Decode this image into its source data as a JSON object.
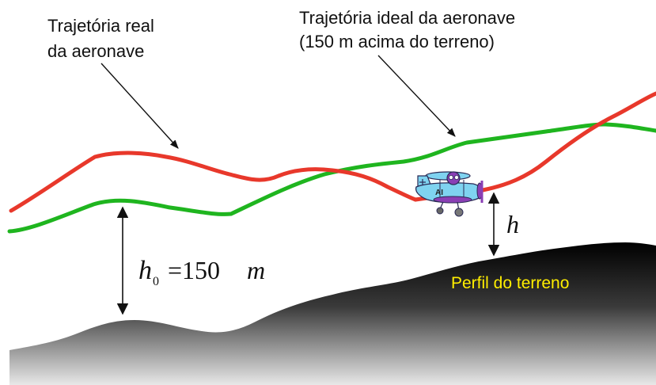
{
  "labels": {
    "real_line1": "Trajetória real",
    "real_line2": "da aeronave",
    "ideal_line1": "Trajetória ideal da aeronave",
    "ideal_line2": "(150 m acima do terreno)",
    "terrain": "Perfil do terreno",
    "h0_symbol": "h",
    "h0_subscript": "0",
    "h0_equals": "=150",
    "h0_unit": "m",
    "h_symbol": "h",
    "plane_text": "AI"
  },
  "colors": {
    "real_path": "#e8382b",
    "ideal_path": "#1fb51f",
    "terrain_top": "#000000",
    "terrain_bottom": "#e6e6e6",
    "terrain_label": "#ffee00",
    "plane_body": "#7fd3f0",
    "plane_accent": "#8a3fb5"
  },
  "icons": [
    "cartoon-airplane-icon",
    "double-arrow-icon"
  ]
}
